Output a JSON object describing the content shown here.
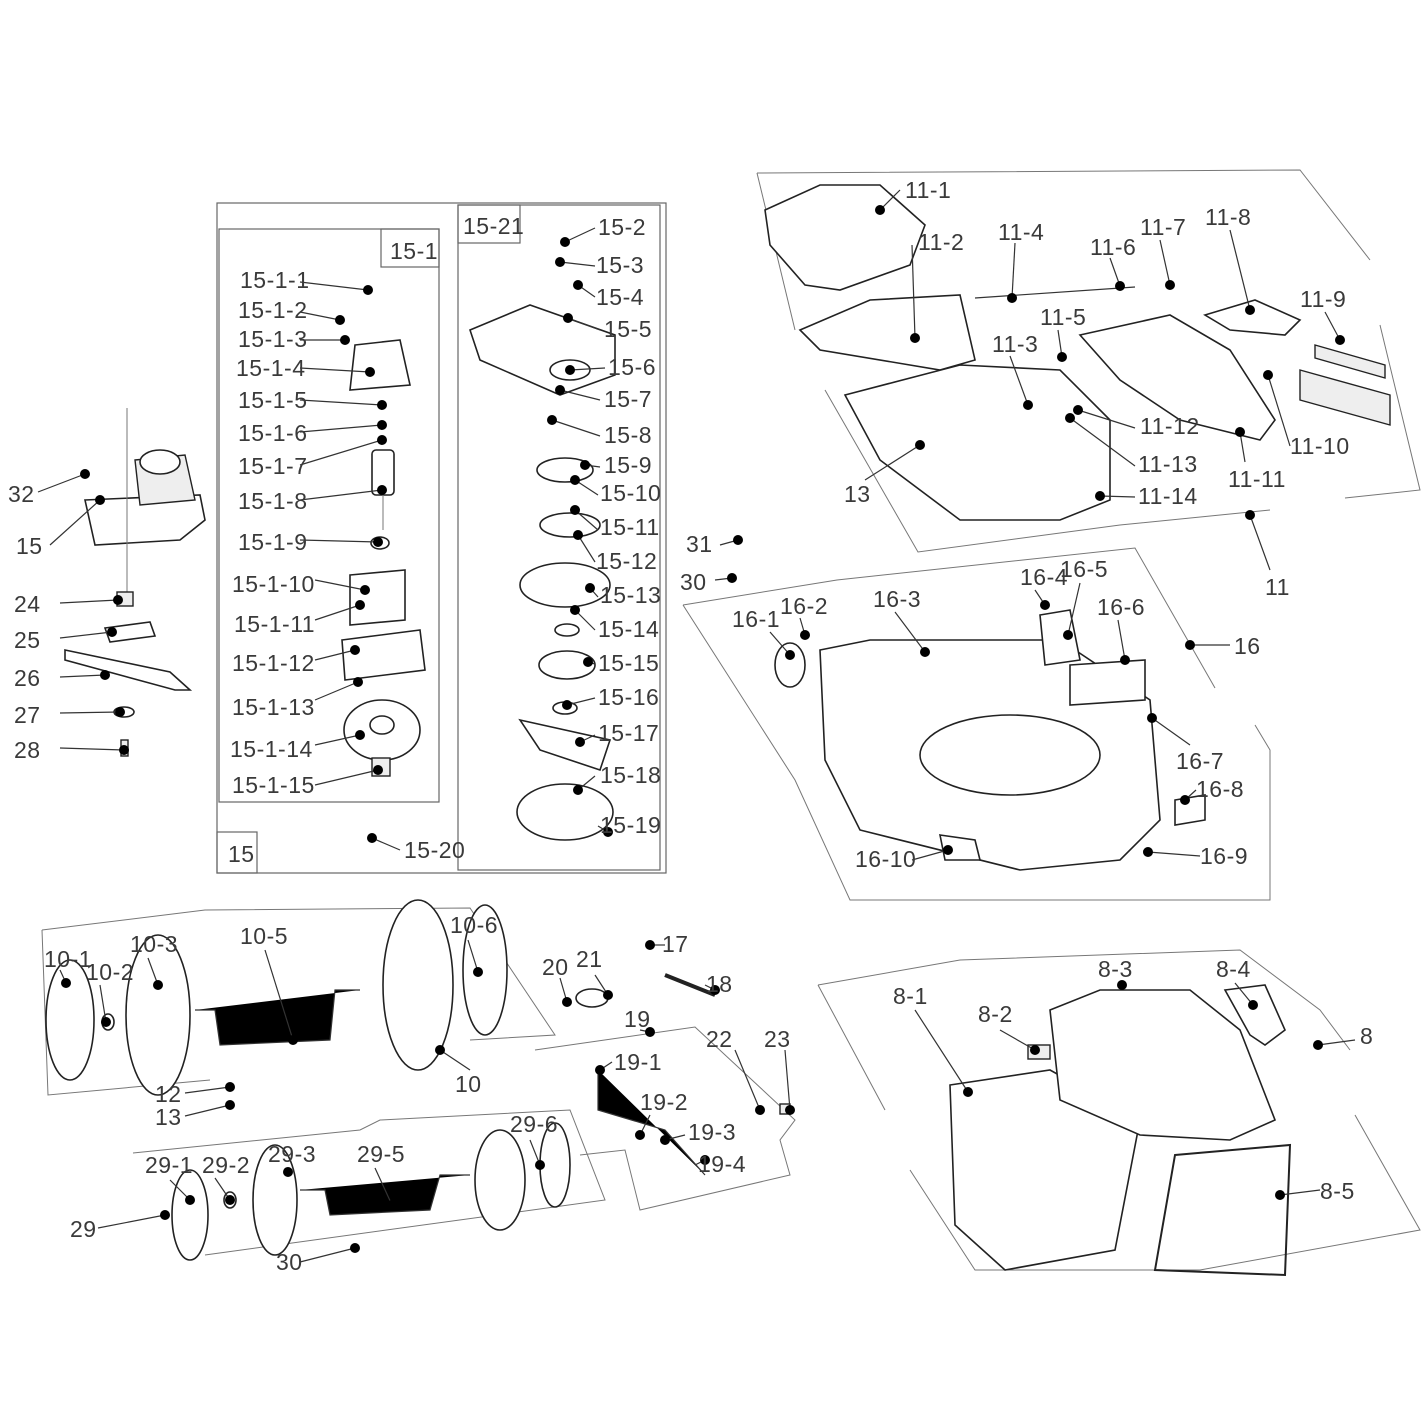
{
  "title_boxes": {
    "box_15_1": "15-1",
    "box_15_21": "15-21",
    "box_15": "15"
  },
  "motor_15_1": [
    "15-1-1",
    "15-1-2",
    "15-1-3",
    "15-1-4",
    "15-1-5",
    "15-1-6",
    "15-1-7",
    "15-1-8",
    "15-1-9",
    "15-1-10",
    "15-1-11",
    "15-1-12",
    "15-1-13",
    "15-1-14",
    "15-1-15"
  ],
  "motor_15_21": [
    "15-2",
    "15-3",
    "15-4",
    "15-5",
    "15-6",
    "15-7",
    "15-8",
    "15-9",
    "15-10",
    "15-11",
    "15-12",
    "15-13",
    "15-14",
    "15-15",
    "15-16",
    "15-17",
    "15-18",
    "15-19",
    "15-20"
  ],
  "motor_assembly": [
    "32",
    "15",
    "24",
    "25",
    "26",
    "27",
    "28"
  ],
  "top_cover": [
    "11-1",
    "11-2",
    "11-4",
    "11-6",
    "11-7",
    "11-8",
    "11-5",
    "11-9",
    "11-3",
    "11-12",
    "11-13",
    "11-10",
    "11-11",
    "11-14",
    "13",
    "11"
  ],
  "misc": [
    "31",
    "30"
  ],
  "deck": [
    "16-1",
    "16-2",
    "16-3",
    "16-4",
    "16-5",
    "16-6",
    "16-7",
    "16-8",
    "16-9",
    "16-10",
    "16"
  ],
  "front_axle": [
    "10-1",
    "10-2",
    "10-3",
    "10-5",
    "10-6",
    "10",
    "12",
    "13"
  ],
  "height_adjust": [
    "20",
    "21",
    "17",
    "18",
    "19",
    "19-1",
    "22",
    "23",
    "19-2",
    "19-3",
    "19-4"
  ],
  "rear_axle": [
    "29-1",
    "29-2",
    "29-3",
    "29-5",
    "29-6",
    "29",
    "30"
  ],
  "grass_bag": [
    "8-1",
    "8-2",
    "8-3",
    "8-4",
    "8",
    "8-5"
  ]
}
